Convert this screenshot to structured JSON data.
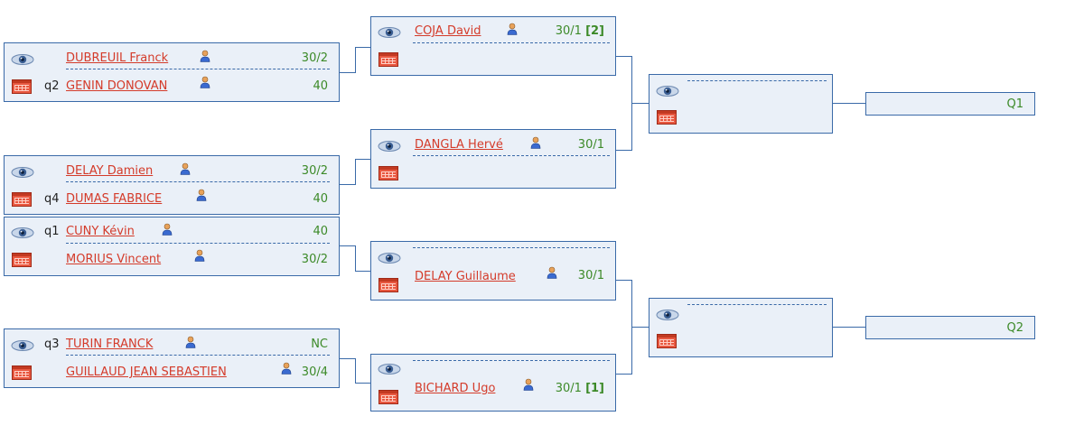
{
  "round1": [
    {
      "p1": {
        "qual": "",
        "name": "DUBREUIL Franck",
        "rank": "30/2"
      },
      "p2": {
        "qual": "q2",
        "name": "GENIN DONOVAN",
        "rank": "40"
      }
    },
    {
      "p1": {
        "qual": "",
        "name": "DELAY Damien",
        "rank": "30/2"
      },
      "p2": {
        "qual": "q4",
        "name": "DUMAS FABRICE",
        "rank": "40"
      }
    },
    {
      "p1": {
        "qual": "q1",
        "name": "CUNY Kévin",
        "rank": "40"
      },
      "p2": {
        "qual": "",
        "name": "MORIUS Vincent",
        "rank": "30/2"
      }
    },
    {
      "p1": {
        "qual": "q3",
        "name": "TURIN FRANCK",
        "rank": "NC"
      },
      "p2": {
        "qual": "",
        "name": "GUILLAUD JEAN SEBASTIEN",
        "rank": "30/4"
      }
    }
  ],
  "round2": [
    {
      "name": "COJA David",
      "rank": "30/1",
      "seed": "[2]"
    },
    {
      "name": "DANGLA Hervé",
      "rank": "30/1",
      "seed": ""
    },
    {
      "name": "DELAY Guillaume",
      "rank": "30/1",
      "seed": ""
    },
    {
      "name": "BICHARD Ugo",
      "rank": "30/1",
      "seed": "[1]"
    }
  ],
  "qualifiers": [
    "Q1",
    "Q2"
  ],
  "icons": {
    "view": "eye-icon",
    "schedule": "calendar-icon",
    "profile": "user-icon"
  },
  "colors": {
    "link": "#d43b2a",
    "rank": "#3c8a28",
    "border": "#3a6aa8",
    "box_bg": "#eaf0f8"
  }
}
